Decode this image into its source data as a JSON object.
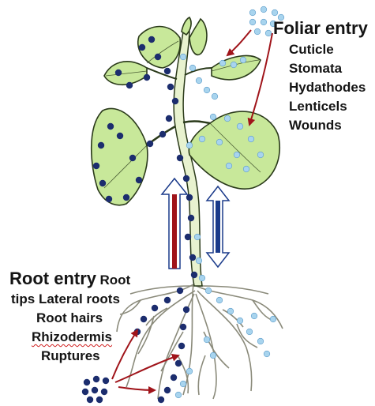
{
  "foliar": {
    "title": "Foliar entry",
    "items": [
      "Cuticle",
      "Stomata",
      "Hydathodes",
      "Lenticels",
      "Wounds"
    ]
  },
  "root": {
    "title": "Root entry",
    "title_suffix": "Root",
    "lines": [
      "tips Lateral roots",
      "Root hairs",
      "Rhizodermis",
      "Ruptures"
    ]
  },
  "colors": {
    "leaf_fill": "#c8e89a",
    "leaf_edge": "#2a3a1a",
    "stem_fill": "#e8f2cf",
    "root_line": "#8a8a7a",
    "dark_particle": "#1c2d6e",
    "light_particle": "#a8d4ee",
    "arrow_red": "#a0141a",
    "arrow_blue": "#1a3a8a"
  }
}
